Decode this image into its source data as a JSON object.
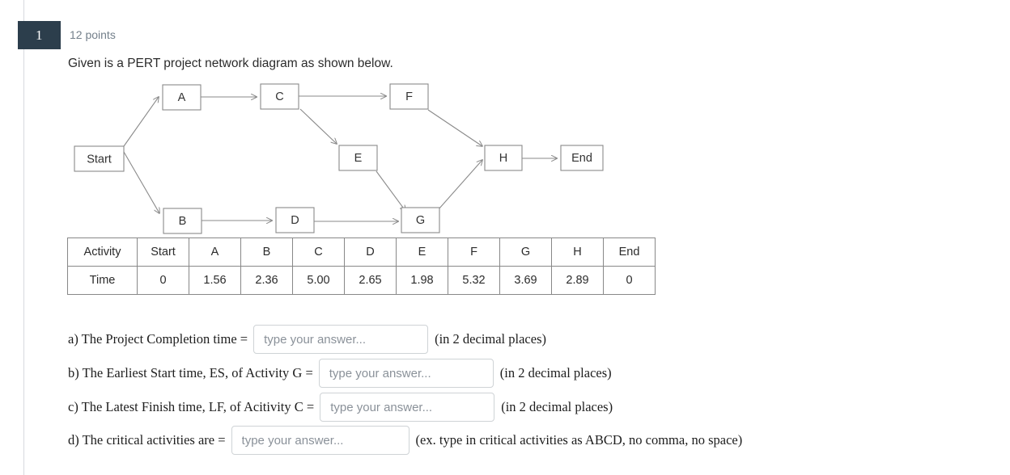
{
  "question": {
    "number": "1",
    "points": "12 points",
    "prompt": "Given is a PERT project network diagram as shown below."
  },
  "diagram": {
    "nodes": [
      {
        "id": "start",
        "label": "Start"
      },
      {
        "id": "A",
        "label": "A"
      },
      {
        "id": "B",
        "label": "B"
      },
      {
        "id": "C",
        "label": "C"
      },
      {
        "id": "D",
        "label": "D"
      },
      {
        "id": "E",
        "label": "E"
      },
      {
        "id": "F",
        "label": "F"
      },
      {
        "id": "G",
        "label": "G"
      },
      {
        "id": "H",
        "label": "H"
      },
      {
        "id": "end",
        "label": "End"
      }
    ],
    "edges": [
      "Start->A",
      "Start->B",
      "A->C",
      "C->F",
      "C->E",
      "B->D",
      "D->G",
      "E->G",
      "F->H",
      "G->H",
      "H->End"
    ]
  },
  "table": {
    "row_labels": [
      "Activity",
      "Time"
    ],
    "activities": [
      "Start",
      "A",
      "B",
      "C",
      "D",
      "E",
      "F",
      "G",
      "H",
      "End"
    ],
    "times": [
      "0",
      "1.56",
      "2.36",
      "5.00",
      "2.65",
      "1.98",
      "5.32",
      "3.69",
      "2.89",
      "0"
    ]
  },
  "answers": [
    {
      "lead": "a) The Project Completion time =",
      "placeholder": "type your answer...",
      "value": "",
      "tail": "(in 2 decimal places)"
    },
    {
      "lead": "b) The Earliest Start time, ES, of Activity G =",
      "placeholder": "type your answer...",
      "value": "",
      "tail": "(in 2 decimal places)"
    },
    {
      "lead": "c) The Latest Finish time, LF, of Acitivity C =",
      "placeholder": "type your answer...",
      "value": "",
      "tail": "(in 2 decimal places)"
    },
    {
      "lead": "d) The critical activities are =",
      "placeholder": "type your answer...",
      "value": "",
      "tail": "(ex. type in critical activities as ABCD, no comma, no space)"
    }
  ],
  "colors": {
    "badge_bg": "#2c3e4c",
    "points_text": "#74808b",
    "rail": "#d7dade",
    "node_stroke": "#8a8a8a",
    "table_border": "#888888",
    "input_border": "#cfd3d6",
    "placeholder": "#8a9199"
  }
}
